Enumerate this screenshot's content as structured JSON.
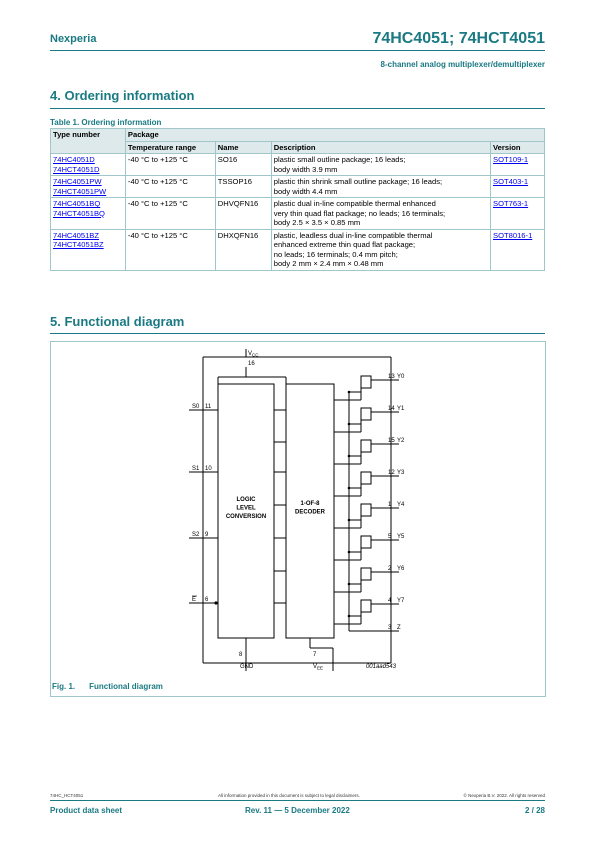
{
  "header": {
    "brand": "Nexperia",
    "doc_title": "74HC4051; 74HCT4051",
    "subtitle": "8-channel analog multiplexer/demultiplexer"
  },
  "section4": {
    "title": "4.  Ordering information"
  },
  "table": {
    "caption": "Table 1. Ordering information",
    "h_type": "Type number",
    "h_package": "Package",
    "h_temp": "Temperature range",
    "h_name": "Name",
    "h_desc": "Description",
    "h_version": "Version",
    "rows": [
      {
        "types": [
          "74HC4051D",
          "74HCT4051D"
        ],
        "temp": "-40 °C to +125 °C",
        "name": "SO16",
        "desc": [
          "plastic small outline package; 16 leads;",
          "body width 3.9 mm"
        ],
        "version": "SOT109-1"
      },
      {
        "types": [
          "74HC4051PW",
          "74HCT4051PW"
        ],
        "temp": "-40 °C to +125 °C",
        "name": "TSSOP16",
        "desc": [
          "plastic thin shrink small outline package; 16 leads;",
          "body width 4.4 mm"
        ],
        "version": "SOT403-1"
      },
      {
        "types": [
          "74HC4051BQ",
          "74HCT4051BQ"
        ],
        "temp": "-40 °C to +125 °C",
        "name": "DHVQFN16",
        "desc": [
          "plastic dual in-line compatible thermal enhanced",
          "very thin quad flat package; no leads; 16 terminals;",
          "body 2.5 × 3.5 × 0.85 mm"
        ],
        "version": "SOT763-1"
      },
      {
        "types": [
          "74HC4051BZ",
          "74HCT4051BZ"
        ],
        "temp": "-40 °C to +125 °C",
        "name": "DHXQFN16",
        "desc": [
          "plastic, leadless dual in-line compatible thermal",
          "enhanced extreme thin quad flat package;",
          "no leads; 16 terminals; 0.4 mm pitch;",
          "body 2 mm × 2.4 mm × 0.48 mm"
        ],
        "version": "SOT8016-1"
      }
    ]
  },
  "section5": {
    "title": "5.  Functional diagram"
  },
  "diagram": {
    "vcc_label": "V",
    "vcc_sub": "CC",
    "vcc_pin": "16",
    "gnd_label": "GND",
    "gnd_pin": "8",
    "vee_label": "V",
    "vee_sub": "EE",
    "vee_pin": "7",
    "block1": [
      "LOGIC",
      "LEVEL",
      "CONVERSION"
    ],
    "block2": [
      "1-OF-8",
      "DECODER"
    ],
    "inputs": [
      {
        "name": "S0",
        "pin": "11"
      },
      {
        "name": "S1",
        "pin": "10"
      },
      {
        "name": "S2",
        "pin": "9"
      },
      {
        "name": "E",
        "pin": "6"
      }
    ],
    "outputs": [
      {
        "pin": "13",
        "name": "Y0"
      },
      {
        "pin": "14",
        "name": "Y1"
      },
      {
        "pin": "15",
        "name": "Y2"
      },
      {
        "pin": "12",
        "name": "Y3"
      },
      {
        "pin": "1",
        "name": "Y4"
      },
      {
        "pin": "5",
        "name": "Y5"
      },
      {
        "pin": "2",
        "name": "Y6"
      },
      {
        "pin": "4",
        "name": "Y7"
      }
    ],
    "z_pin": "3",
    "z_name": "Z",
    "code": "001aad543"
  },
  "figure": {
    "num": "Fig. 1.",
    "title": "Functional diagram"
  },
  "footer": {
    "doc_id": "74HC_HCT4051",
    "disclaimer": "All information provided in this document is subject to legal disclaimers.",
    "copyright": "© Nexperia B.V. 2022. All rights reserved",
    "type": "Product data sheet",
    "rev": "Rev. 11 — 5 December 2022",
    "page": "2 / 28"
  }
}
